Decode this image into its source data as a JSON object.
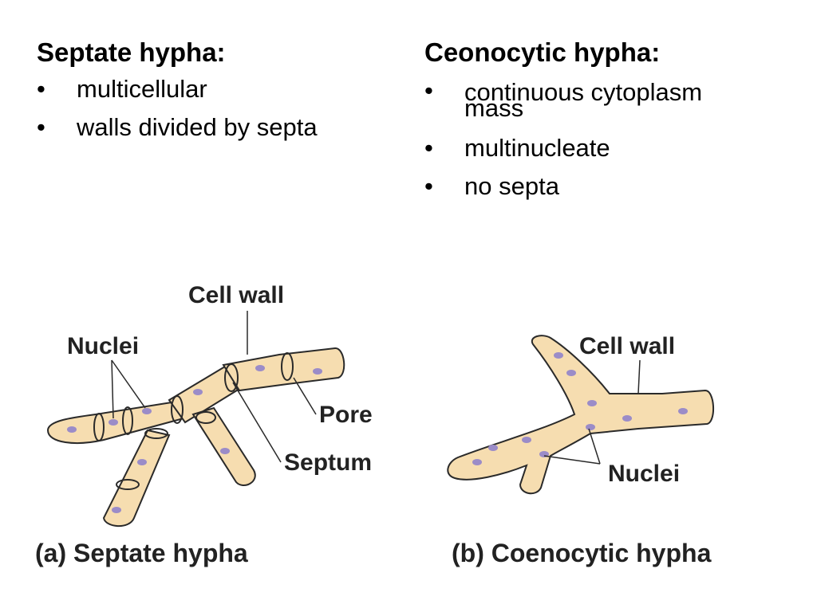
{
  "left": {
    "title": "Septate hypha:",
    "bullets": [
      "multicellular",
      "walls divided by septa"
    ]
  },
  "right": {
    "title": "Ceonocytic hypha:",
    "bullet1_line1": "continuous cytoplasm",
    "bullet1_line2": "mass",
    "bullets": [
      "multinucleate",
      "no septa"
    ]
  },
  "figure_a": {
    "labels": {
      "cell_wall": "Cell wall",
      "nuclei": "Nuclei",
      "pore": "Pore",
      "septum": "Septum"
    },
    "caption": "(a) Septate hypha"
  },
  "figure_b": {
    "labels": {
      "cell_wall": "Cell wall",
      "nuclei": "Nuclei"
    },
    "caption": "(b) Coenocytic hypha"
  },
  "colors": {
    "hypha_fill": "#f6ddb0",
    "hypha_stroke": "#2a2a2a",
    "nucleus": "#9b8cc8",
    "text": "#000000"
  }
}
